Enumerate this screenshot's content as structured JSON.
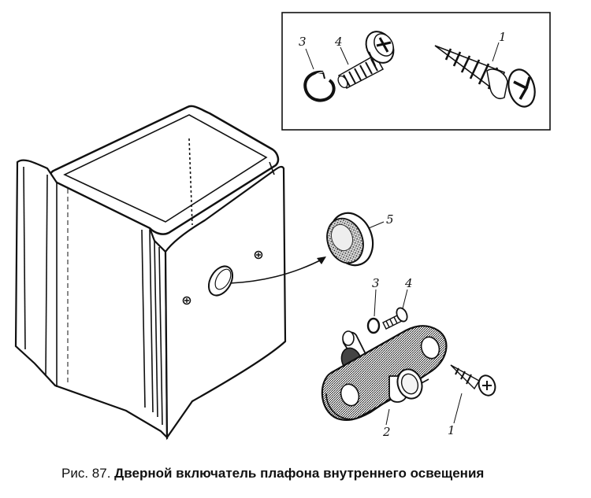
{
  "caption": {
    "prefix": "Рис. 87.",
    "title": "Дверной включатель плафона внутреннего освещения"
  },
  "callouts": {
    "inset_ring": "3",
    "inset_screw": "4",
    "inset_self_tapping_screw": "1",
    "cap": "5",
    "ring": "3",
    "screw": "4",
    "switch_body": "2",
    "self_tapping_screw": "1"
  }
}
